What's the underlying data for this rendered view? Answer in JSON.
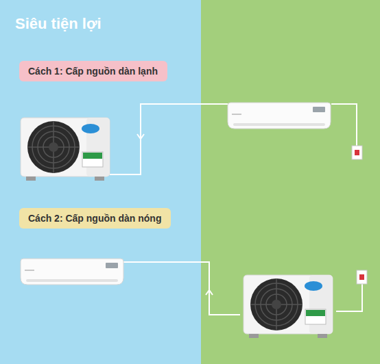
{
  "diagram": {
    "title": "Siêu tiện lợi",
    "nodes": [
      {
        "text": [
          "Cách 1: Cấp nguồn dàn lạnh"
        ]
      },
      {
        "text": [
          "Cách 2: Cấp nguồn dàn nóng"
        ]
      }
    ]
  }
}
